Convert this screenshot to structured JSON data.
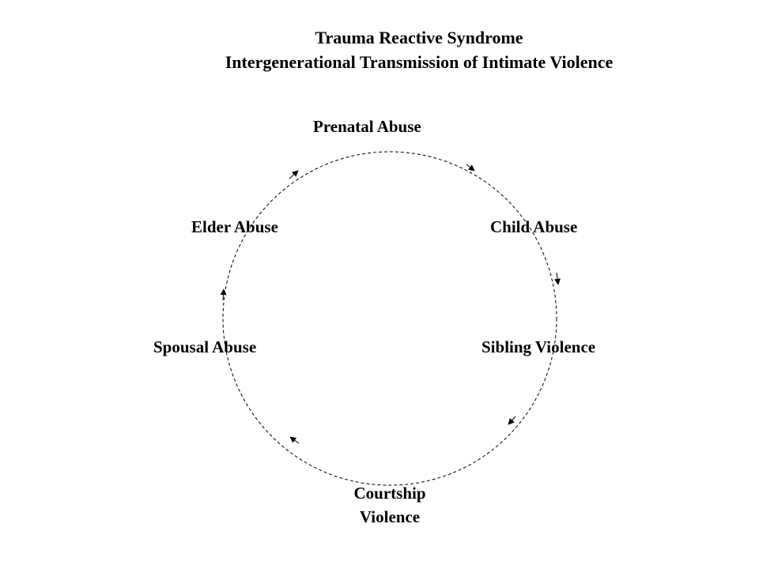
{
  "title": {
    "line1": "Trauma Reactive Syndrome",
    "line2": "Intergenerational Transmission of Intimate Violence"
  },
  "nodes": {
    "prenatal": "Prenatal Abuse",
    "child": "Child Abuse",
    "sibling": "Sibling Violence",
    "courtship_line1": "Courtship",
    "courtship_line2": "Violence",
    "spousal": "Spousal Abuse",
    "elder": "Elder Abuse"
  },
  "cycle_direction": "clockwise",
  "colors": {
    "ink": "#000000",
    "background": "#ffffff"
  }
}
